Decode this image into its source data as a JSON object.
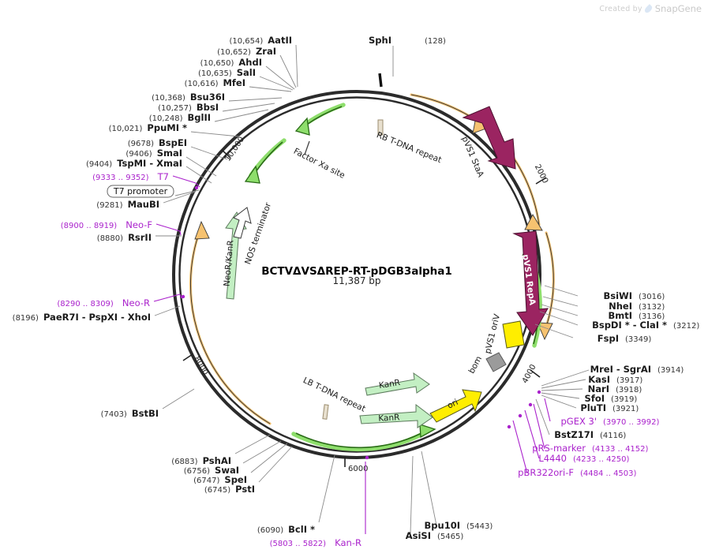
{
  "watermark": {
    "prefix": "Created by",
    "brand": "SnapGene",
    "icon": "snapgene-drop-icon"
  },
  "plasmid": {
    "name": "BCTVΔVSΔREP-RT-pDGB3alpha1",
    "size": "11,387 bp",
    "length_bp": 11387
  },
  "ticks": [
    {
      "label": "2000",
      "bp": 2000
    },
    {
      "label": "4000",
      "bp": 4000
    },
    {
      "label": "6000",
      "bp": 6000
    },
    {
      "label": "8000",
      "bp": 8000
    },
    {
      "label": "10,000",
      "bp": 10000
    }
  ],
  "features": [
    {
      "name": "RB T-DNA repeat",
      "shape": "box",
      "color": "#c9bda6"
    },
    {
      "name": "pVS1 StaA",
      "shape": "arrow",
      "color": "#9b2461",
      "text_color": "#ffffff"
    },
    {
      "name": "pVS1 RepA",
      "shape": "arrow",
      "color": "#9b2461",
      "text_color": "#ffffff"
    },
    {
      "name": "pVS1 oriV",
      "shape": "box",
      "color": "#ffee00"
    },
    {
      "name": "bom",
      "shape": "diamond",
      "color": "#9b9b9b"
    },
    {
      "name": "ori",
      "shape": "arrow",
      "color": "#ffee00"
    },
    {
      "name": "KanR",
      "shape": "arrow",
      "color": "#c3efc3"
    },
    {
      "name": "KanR",
      "shape": "arrow",
      "color": "#c3efc3"
    },
    {
      "name": "LB T-DNA repeat",
      "shape": "box",
      "color": "#c9bda6"
    },
    {
      "name": "NeoR/KanR",
      "shape": "arrow",
      "color": "#c3efc3"
    },
    {
      "name": "NOS terminator",
      "shape": "arrow",
      "color": "#ffffff"
    },
    {
      "name": "Factor Xa site",
      "shape": "tick",
      "color": "#555555"
    },
    {
      "name": "T7 promoter",
      "shape": "boxed-label",
      "color": "#ffffff"
    }
  ],
  "primers": [
    {
      "name": "T7",
      "range": "(9333 .. 9352)",
      "color": "#aa22cc"
    },
    {
      "name": "Neo-F",
      "range": "(8900 .. 8919)",
      "color": "#aa22cc"
    },
    {
      "name": "Neo-R",
      "range": "(8290 .. 8309)",
      "color": "#aa22cc"
    },
    {
      "name": "Kan-R",
      "range": "(5803 .. 5822)",
      "color": "#aa22cc"
    },
    {
      "name": "pGEX 3'",
      "range": "(3970 .. 3992)",
      "color": "#aa22cc"
    },
    {
      "name": "pRS-marker",
      "range": "(4133 .. 4152)",
      "color": "#aa22cc"
    },
    {
      "name": "L4440",
      "range": "(4233 .. 4250)",
      "color": "#aa22cc"
    },
    {
      "name": "pBR322ori-F",
      "range": "(4484 .. 4503)",
      "color": "#aa22cc"
    }
  ],
  "sites_top_left": [
    {
      "pos": "(10,654)",
      "name": "AatII"
    },
    {
      "pos": "(10,652)",
      "name": "ZraI"
    },
    {
      "pos": "(10,650)",
      "name": "AhdI"
    },
    {
      "pos": "(10,635)",
      "name": "SalI"
    },
    {
      "pos": "(10,616)",
      "name": "MfeI"
    },
    {
      "pos": "(10,368)",
      "name": "Bsu36I"
    },
    {
      "pos": "(10,257)",
      "name": "BbsI"
    },
    {
      "pos": "(10,248)",
      "name": "BglII"
    },
    {
      "pos": "(10,021)",
      "name": "PpuMI *"
    },
    {
      "pos": "(9678)",
      "name": "BspEI"
    },
    {
      "pos": "(9406)",
      "name": "SmaI"
    },
    {
      "pos": "(9404)",
      "name": "TspMI  - XmaI"
    }
  ],
  "sites_left": [
    {
      "pos": "(9281)",
      "name": "MauBI"
    },
    {
      "pos": "(8880)",
      "name": "RsrII"
    },
    {
      "pos": "(8196)",
      "name": "PaeR7I   - PspXI   - XhoI"
    },
    {
      "pos": "(7403)",
      "name": "BstBI"
    },
    {
      "pos": "(6883)",
      "name": "PshAI"
    },
    {
      "pos": "(6756)",
      "name": "SwaI"
    },
    {
      "pos": "(6747)",
      "name": "SpeI"
    },
    {
      "pos": "(6745)",
      "name": "PstI"
    },
    {
      "pos": "(6090)",
      "name": "BclI *"
    }
  ],
  "sites_bottom": [
    {
      "name": "AsiSI",
      "pos": "(5465)"
    },
    {
      "name": "Bpu10I",
      "pos": "(5443)"
    }
  ],
  "sites_right": [
    {
      "name": "BsiWI",
      "pos": "(3016)"
    },
    {
      "name": "NheI",
      "pos": "(3132)"
    },
    {
      "name": "BmtI",
      "pos": "(3136)"
    },
    {
      "name": "BspDI * - ClaI *",
      "pos": "(3212)"
    },
    {
      "name": "FspI",
      "pos": "(3349)"
    },
    {
      "name": "MreI  - SgrAI",
      "pos": "(3914)"
    },
    {
      "name": "KasI",
      "pos": "(3917)"
    },
    {
      "name": "NarI",
      "pos": "(3918)"
    },
    {
      "name": "SfoI",
      "pos": "(3919)"
    },
    {
      "name": "PluTI",
      "pos": "(3921)"
    },
    {
      "name": "BstZ17I",
      "pos": "(4116)"
    }
  ],
  "site_top": {
    "name": "SphI",
    "pos": "(128)"
  },
  "colors": {
    "backbone": "#2b2b2b",
    "feature_magenta": "#9b2461",
    "feature_green": "#c3efc3",
    "feature_yellow": "#ffee00",
    "feature_gray": "#9b9b9b",
    "feature_tan": "#c9bda6",
    "primer_purple": "#aa22cc",
    "arrow_orange": "#f6c270",
    "arrow_green": "#8ede6c"
  }
}
